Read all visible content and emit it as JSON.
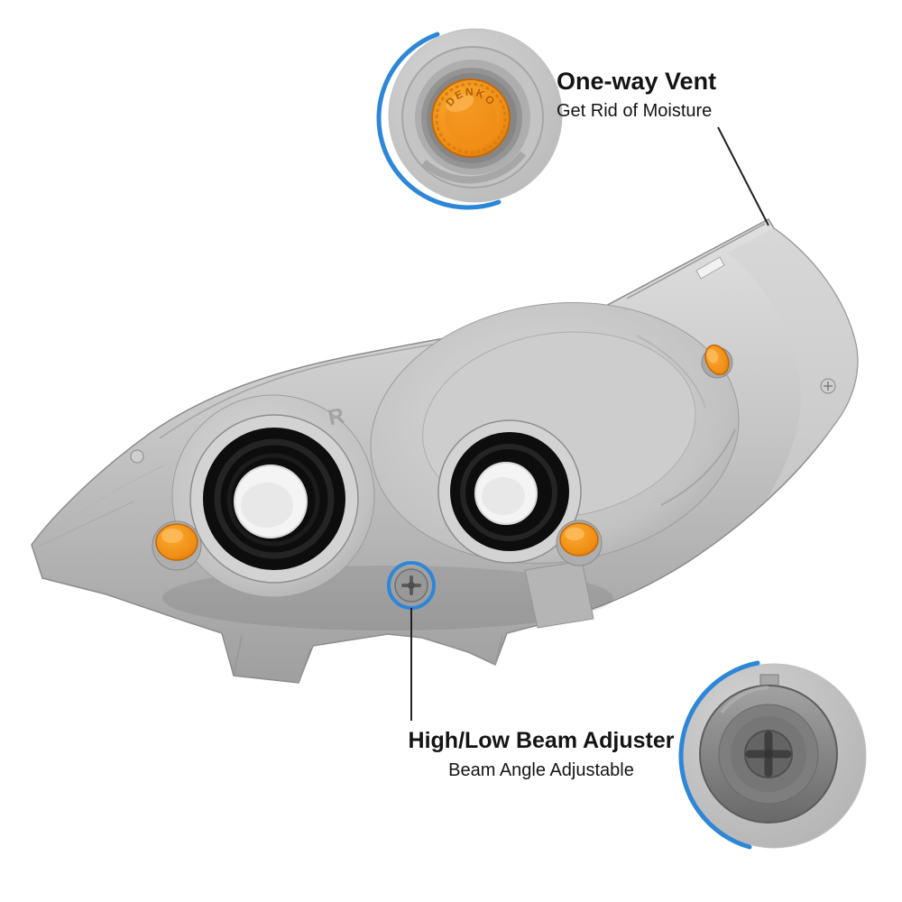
{
  "page": {
    "background": "#ffffff"
  },
  "colors": {
    "accent_blue": "#2E86D8",
    "vent_orange": "#F6921E",
    "text_dark": "#141414",
    "housing_gray": "#C3C3C3"
  },
  "callouts": {
    "vent": {
      "title": "One-way Vent",
      "subtitle": "Get Rid of Moisture"
    },
    "beam_adjuster": {
      "title": "High/Low Beam Adjuster",
      "subtitle": "Beam Angle Adjustable"
    }
  },
  "markings": {
    "vent_cap_brand": "DENKO",
    "housing_letter": "R"
  }
}
